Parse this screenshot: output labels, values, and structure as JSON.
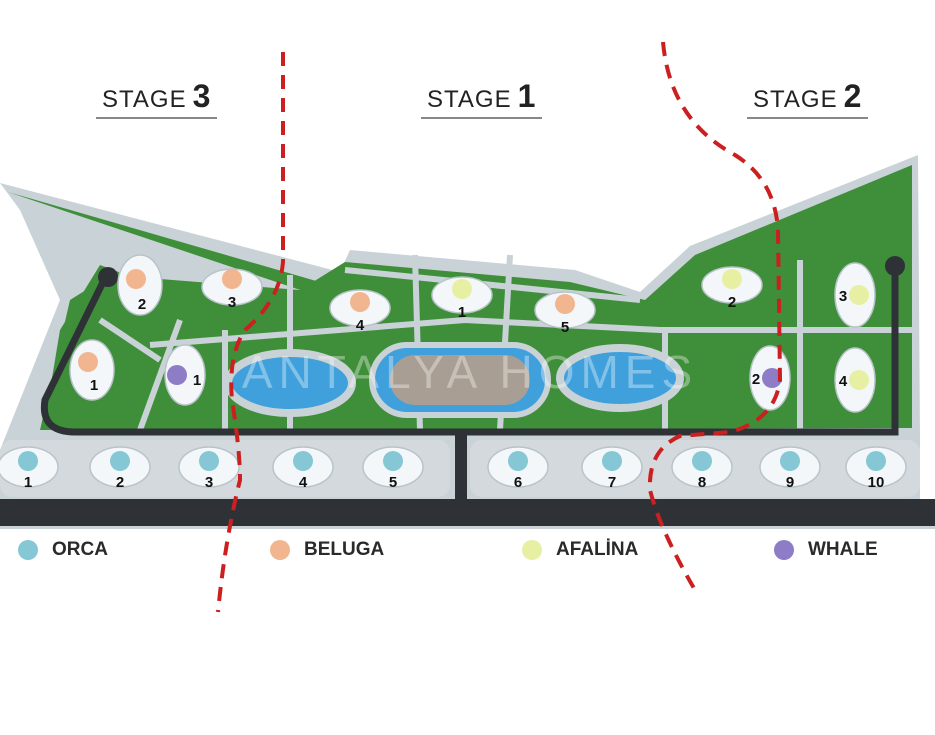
{
  "stages": [
    {
      "label": "STAGE",
      "number": "3"
    },
    {
      "label": "STAGE",
      "number": "1"
    },
    {
      "label": "STAGE",
      "number": "2"
    }
  ],
  "watermark": "ANTALYA HOMES",
  "villa_types": {
    "orca": {
      "name": "ORCA",
      "color": "#86c7d6"
    },
    "beluga": {
      "name": "BELUGA",
      "color": "#f1b58f"
    },
    "afalina": {
      "name": "AFALİNA",
      "color": "#e7efa3"
    },
    "whale": {
      "name": "WHALE",
      "color": "#8f7cc6"
    }
  },
  "villas": [
    {
      "type": "beluga",
      "number": "2"
    },
    {
      "type": "beluga",
      "number": "3"
    },
    {
      "type": "beluga",
      "number": "1"
    },
    {
      "type": "whale",
      "number": "1"
    },
    {
      "type": "beluga",
      "number": "4"
    },
    {
      "type": "afalina",
      "number": "1"
    },
    {
      "type": "beluga",
      "number": "5"
    },
    {
      "type": "afalina",
      "number": "2"
    },
    {
      "type": "afalina",
      "number": "3"
    },
    {
      "type": "whale",
      "number": "2"
    },
    {
      "type": "afalina",
      "number": "4"
    },
    {
      "type": "orca",
      "number": "1"
    },
    {
      "type": "orca",
      "number": "2"
    },
    {
      "type": "orca",
      "number": "3"
    },
    {
      "type": "orca",
      "number": "4"
    },
    {
      "type": "orca",
      "number": "5"
    },
    {
      "type": "orca",
      "number": "6"
    },
    {
      "type": "orca",
      "number": "7"
    },
    {
      "type": "orca",
      "number": "8"
    },
    {
      "type": "orca",
      "number": "9"
    },
    {
      "type": "orca",
      "number": "10"
    }
  ],
  "legend": [
    {
      "type": "orca",
      "label": "ORCA"
    },
    {
      "type": "beluga",
      "label": "BELUGA"
    },
    {
      "type": "afalina",
      "label": "AFALİNA"
    },
    {
      "type": "whale",
      "label": "WHALE"
    }
  ],
  "colors": {
    "grass": "#3f8f3a",
    "path": "#c9d2d6",
    "road": "#2e3236",
    "pool": "#3fa0dc",
    "divider": "#cc1f1f"
  }
}
